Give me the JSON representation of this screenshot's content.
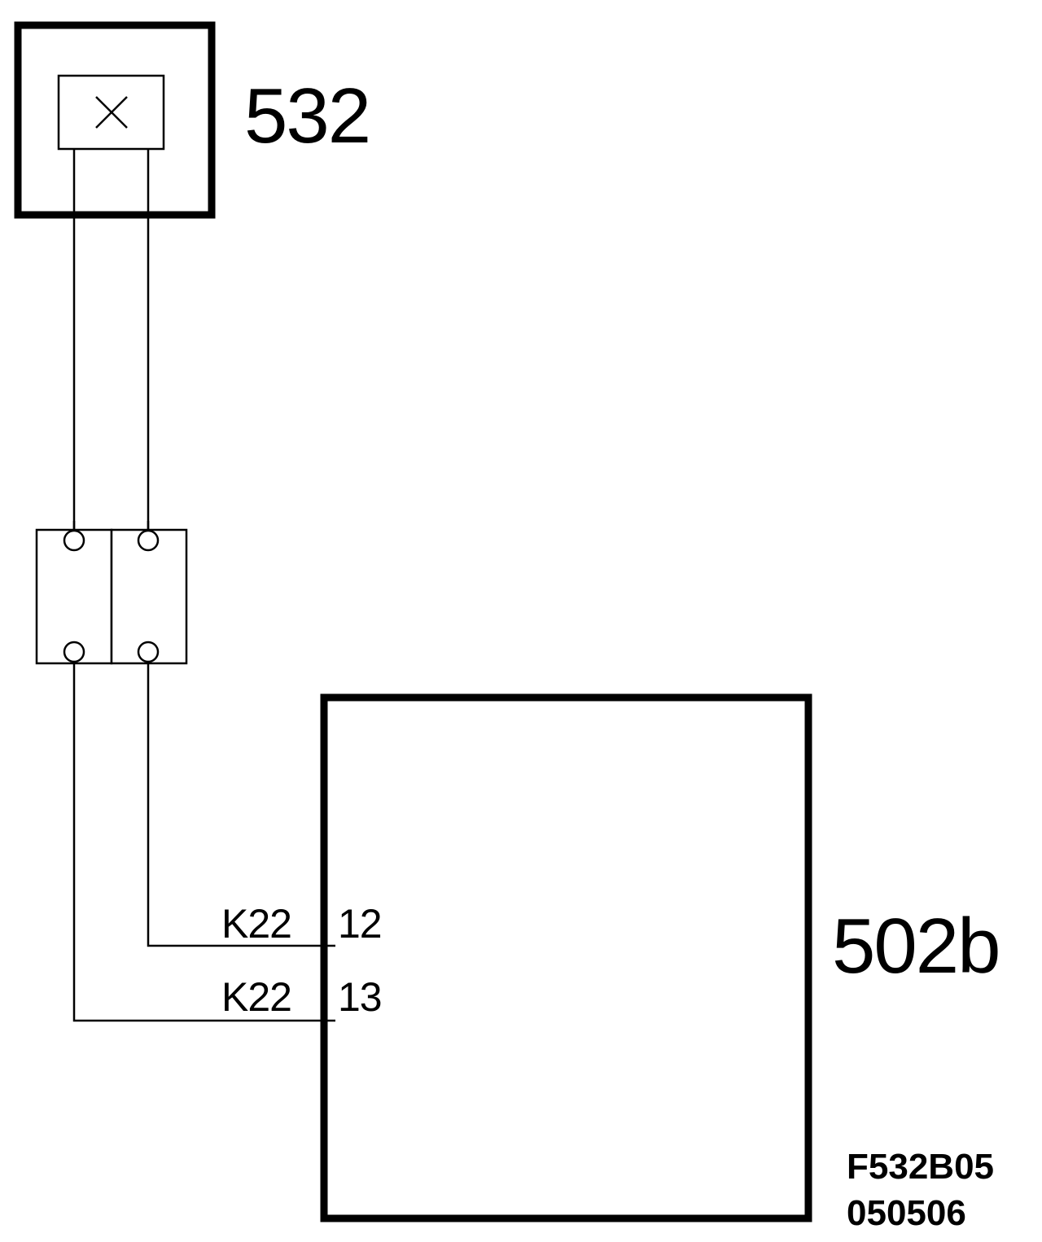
{
  "components": {
    "sensor": {
      "label": "532"
    },
    "control_unit": {
      "label": "502b"
    }
  },
  "pins": [
    {
      "connector": "K22",
      "pin": "12"
    },
    {
      "connector": "K22",
      "pin": "13"
    }
  ],
  "drawing_code": {
    "line1": "F532B05",
    "line2": "050506"
  },
  "colors": {
    "line": "#000000",
    "background": "#ffffff"
  },
  "icons": {
    "sensor_symbol": "x-mark-icon",
    "connector_terminal": "circle-terminal-icon"
  }
}
